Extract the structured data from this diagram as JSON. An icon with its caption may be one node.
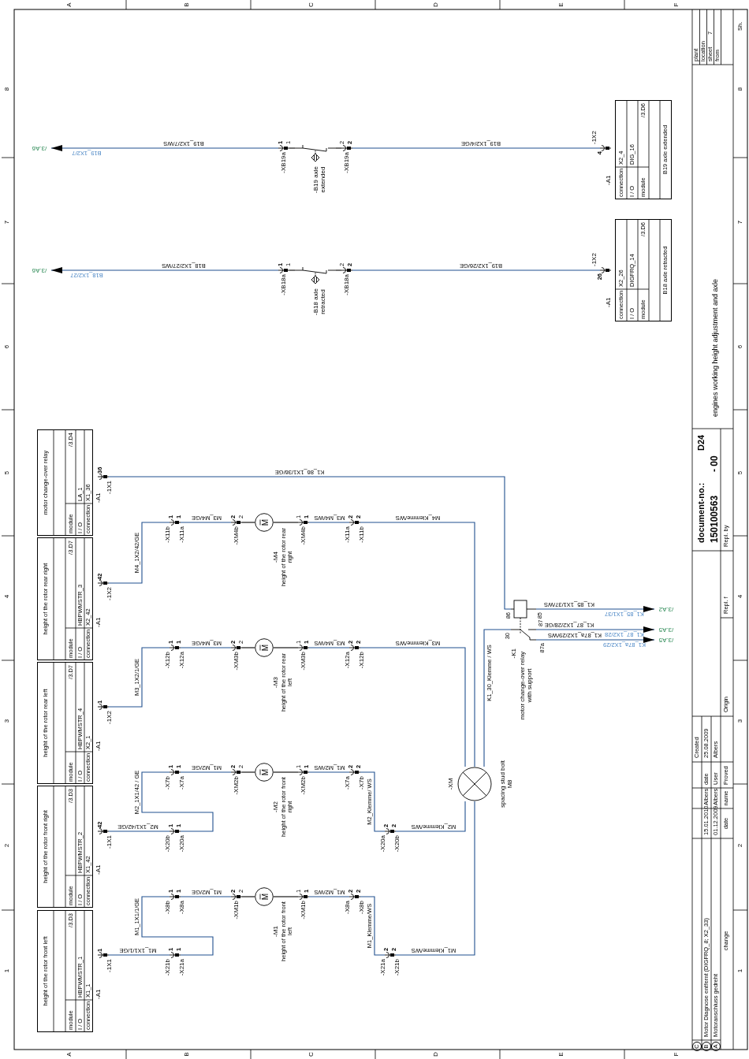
{
  "diagram": {
    "nodes": [
      {
        "text": [
          "height of the rotor front left",
          "module",
          "/3.D3",
          "I / O",
          "HBPWMSTR_1",
          "connection",
          "X1_1"
        ],
        "beside": [
          "-A1"
        ]
      },
      {
        "text": [
          "height of the rotor front right",
          "module",
          "/3.D3",
          "I / O",
          "HBPWMSTR_2",
          "connection",
          "X1_42"
        ],
        "beside": [
          "-A1"
        ]
      },
      {
        "text": [
          "height of the rotor rear left",
          "module",
          "/3.D7",
          "I / O",
          "HBPWMSTR_4",
          "connection",
          "X2_1"
        ],
        "beside": [
          "-A1"
        ]
      },
      {
        "text": [
          "height of the rotor rear right",
          "module",
          "/3.D7",
          "I / O",
          "HBPWMSTR_3",
          "connection",
          "X2_42"
        ],
        "beside": [
          "-A1"
        ]
      },
      {
        "text": [
          "motor change-over relay",
          "module",
          "/3.D4",
          "I / O",
          "LA_1",
          "connection",
          "X1_36"
        ],
        "beside": [
          "-A1"
        ]
      },
      {
        "text": [
          "B18 axle retracted",
          "module",
          "/3.D6",
          "I / O",
          "DIGFRQ_14",
          "connection",
          "X2_26"
        ],
        "beside": [
          "-A1"
        ]
      },
      {
        "text": [
          "B19 axle extended",
          "module",
          "/3.D6",
          "I / O",
          "DIG_16",
          "connection",
          "X2_4"
        ],
        "beside": [
          "-A1"
        ]
      },
      {
        "text": [],
        "shape": "plug",
        "beside": [
          "-1X1",
          "1"
        ]
      },
      {
        "text": [],
        "shape": "plug",
        "beside": [
          "-X21b",
          "1",
          "-X21a",
          "1"
        ]
      },
      {
        "text": [],
        "shape": "plug",
        "beside": [
          "-X8b",
          "1",
          "-X8a",
          "1"
        ]
      },
      {
        "text": [],
        "shape": "plug",
        "beside": [
          "-XM1b",
          "2",
          "2"
        ]
      },
      {
        "text": [
          "M"
        ],
        "beside": [
          "-M1",
          "height of the rotor front left"
        ]
      },
      {
        "text": [],
        "shape": "plug",
        "beside": [
          "-XM1b",
          "1",
          "1"
        ]
      },
      {
        "text": [],
        "shape": "plug",
        "beside": [
          "-X8a",
          "2",
          "-X8b",
          "2"
        ]
      },
      {
        "text": [],
        "shape": "plug",
        "beside": [
          "-X21a",
          "2",
          "-X21b",
          "2"
        ]
      },
      {
        "text": [],
        "shape": "plug",
        "beside": [
          "-1X1",
          "42"
        ]
      },
      {
        "text": [],
        "shape": "plug",
        "beside": [
          "-X20b",
          "1",
          "-X20a",
          "1"
        ]
      },
      {
        "text": [],
        "shape": "plug",
        "beside": [
          "-X7b",
          "1",
          "-X7a",
          "1"
        ]
      },
      {
        "text": [],
        "shape": "plug",
        "beside": [
          "-XM2b",
          "2",
          "2"
        ]
      },
      {
        "text": [
          "M"
        ],
        "beside": [
          "-M2",
          "height of the rotor front right"
        ]
      },
      {
        "text": [],
        "shape": "plug",
        "beside": [
          "-XM2b",
          "1",
          "1"
        ]
      },
      {
        "text": [],
        "shape": "plug",
        "beside": [
          "-X7a",
          "2",
          "-X7b",
          "2"
        ]
      },
      {
        "text": [],
        "shape": "plug",
        "beside": [
          "-X20a",
          "2",
          "-X20b",
          "2"
        ]
      },
      {
        "text": [],
        "shape": "plug",
        "beside": [
          "-1X2",
          "1"
        ]
      },
      {
        "text": [],
        "shape": "plug",
        "beside": [
          "-X12b",
          "1",
          "-X12a",
          "1"
        ]
      },
      {
        "text": [],
        "shape": "plug",
        "beside": [
          "-XM3b",
          "2",
          "2"
        ]
      },
      {
        "text": [
          "M"
        ],
        "beside": [
          "-M3",
          "height of the rotor rear left"
        ]
      },
      {
        "text": [],
        "shape": "plug",
        "beside": [
          "-XM3b",
          "1",
          "1"
        ]
      },
      {
        "text": [],
        "shape": "plug",
        "beside": [
          "-X12a",
          "2",
          "-X12b",
          "2"
        ]
      },
      {
        "text": [],
        "shape": "plug",
        "beside": [
          "-1X2",
          "42"
        ]
      },
      {
        "text": [],
        "shape": "plug",
        "beside": [
          "-X11b",
          "1",
          "-X11a",
          "1"
        ]
      },
      {
        "text": [],
        "shape": "plug",
        "beside": [
          "-XM4b",
          "2",
          "2"
        ]
      },
      {
        "text": [
          "M"
        ],
        "beside": [
          "-M4",
          "height of the rotor rear right"
        ]
      },
      {
        "text": [],
        "shape": "plug",
        "beside": [
          "-XM4b",
          "1",
          "1"
        ]
      },
      {
        "text": [],
        "shape": "plug",
        "beside": [
          "-X11a",
          "2",
          "-X11b",
          "2"
        ]
      },
      {
        "text": [],
        "shape": "circle",
        "beside": [
          "-XM",
          "spacing stud bolt M8"
        ]
      },
      {
        "text": [],
        "shape": "plug",
        "beside": [
          "-1X1",
          "36"
        ]
      },
      {
        "text": [],
        "shape": "relay",
        "beside": [
          "86",
          "85",
          "30",
          "87",
          "87a",
          "-K1",
          "motor change-over relay with support"
        ]
      },
      {
        "text": [
          "/3.A2"
        ]
      },
      {
        "text": [
          "/3.A5"
        ]
      },
      {
        "text": [
          "/3.A5"
        ]
      },
      {
        "text": [],
        "shape": "plug",
        "beside": [
          "-1X2",
          "26"
        ]
      },
      {
        "text": [],
        "shape": "plug",
        "beside": [
          "-XB18a",
          "2",
          "2"
        ]
      },
      {
        "text": [],
        "shape": "switch",
        "beside": [
          "-B18 axle retracted"
        ]
      },
      {
        "text": [],
        "shape": "plug",
        "beside": [
          "-XB18a",
          "1",
          "1"
        ]
      },
      {
        "text": [
          "/3.A6"
        ]
      },
      {
        "text": [],
        "shape": "plug",
        "beside": [
          "-1X2",
          "4"
        ]
      },
      {
        "text": [],
        "shape": "plug",
        "beside": [
          "-XB19a",
          "2",
          "2"
        ]
      },
      {
        "text": [],
        "shape": "switch",
        "beside": [
          "-B19 axle extended"
        ]
      },
      {
        "text": [],
        "shape": "plug",
        "beside": [
          "-XB19a",
          "1",
          "1"
        ]
      },
      {
        "text": [
          "/3.A6"
        ]
      }
    ],
    "edges": [
      {
        "from": 7,
        "to": 8,
        "arrow": "none",
        "label": "M1_1X1/1/GE"
      },
      {
        "from": 8,
        "to": 9,
        "arrow": "none",
        "label": "M1_1X1/1/GE"
      },
      {
        "from": 9,
        "to": 10,
        "arrow": "none",
        "label": "M1_M2/GE"
      },
      {
        "from": 10,
        "to": 11,
        "arrow": "none",
        "color": "#000000"
      },
      {
        "from": 11,
        "to": 12,
        "arrow": "none",
        "color": "#000000"
      },
      {
        "from": 12,
        "to": 13,
        "arrow": "none",
        "label": "M1_M2/WS"
      },
      {
        "from": 13,
        "to": 14,
        "arrow": "none",
        "label": "M1_Klemme/WS"
      },
      {
        "from": 14,
        "to": 35,
        "arrow": "none",
        "label": "M1_Klemme/WS"
      },
      {
        "from": 15,
        "to": 16,
        "arrow": "none",
        "label": "M2_1X1/42/GE"
      },
      {
        "from": 16,
        "to": 17,
        "arrow": "none",
        "label": "M2_1X1/42 / GE"
      },
      {
        "from": 17,
        "to": 18,
        "arrow": "none",
        "label": "M1_M2/GE"
      },
      {
        "from": 18,
        "to": 19,
        "arrow": "none",
        "color": "#000000"
      },
      {
        "from": 19,
        "to": 20,
        "arrow": "none",
        "color": "#000000"
      },
      {
        "from": 20,
        "to": 21,
        "arrow": "none",
        "label": "M1_M2/WS"
      },
      {
        "from": 21,
        "to": 22,
        "arrow": "none",
        "label": "M2_Klemme/ WS"
      },
      {
        "from": 22,
        "to": 35,
        "arrow": "none",
        "label": "M2_Klemme/WS"
      },
      {
        "from": 23,
        "to": 24,
        "arrow": "none",
        "label": "M3_1X2/1/GE"
      },
      {
        "from": 24,
        "to": 25,
        "arrow": "none",
        "label": "M3_M4/GE"
      },
      {
        "from": 25,
        "to": 26,
        "arrow": "none",
        "color": "#000000"
      },
      {
        "from": 26,
        "to": 27,
        "arrow": "none",
        "color": "#000000"
      },
      {
        "from": 27,
        "to": 28,
        "arrow": "none",
        "label": "M3_M4/WS"
      },
      {
        "from": 28,
        "to": 35,
        "arrow": "none",
        "label": "M3_Klemme/WS"
      },
      {
        "from": 29,
        "to": 30,
        "arrow": "none",
        "label": "M4_1X2/42/GE"
      },
      {
        "from": 30,
        "to": 31,
        "arrow": "none",
        "label": "M3_M4/GE"
      },
      {
        "from": 31,
        "to": 32,
        "arrow": "none",
        "color": "#000000"
      },
      {
        "from": 32,
        "to": 33,
        "arrow": "none",
        "color": "#000000"
      },
      {
        "from": 33,
        "to": 34,
        "arrow": "none",
        "label": "M3_M4/WS"
      },
      {
        "from": 34,
        "to": 35,
        "arrow": "none",
        "label": "M4_Klemme/WS"
      },
      {
        "from": 36,
        "to": 37,
        "arrow": "none",
        "label": "K1_86_1X1/36/GE"
      },
      {
        "from": 37,
        "to": 35,
        "arrow": "none",
        "label": "K1_30_Klemme / WS"
      },
      {
        "from": 37,
        "to": 38,
        "arrow": "to",
        "label": "K1_85_1X1/37/WS"
      },
      {
        "from": 37,
        "to": 39,
        "arrow": "to",
        "label": "K1_87_1X2/28/GE"
      },
      {
        "from": 37,
        "to": 40,
        "arrow": "to",
        "label": "K1_87a_1X2/29/WS"
      },
      {
        "from": 41,
        "to": 42,
        "arrow": "none",
        "label": "B19_1X2/26/GE"
      },
      {
        "from": 42,
        "to": 43,
        "arrow": "none",
        "color": "#000000"
      },
      {
        "from": 43,
        "to": 44,
        "arrow": "none",
        "color": "#000000"
      },
      {
        "from": 44,
        "to": 45,
        "arrow": "to",
        "label": "B18_1X2/27/WS"
      },
      {
        "from": 46,
        "to": 47,
        "arrow": "none",
        "label": "B19_1X2/4/GE"
      },
      {
        "from": 47,
        "to": 48,
        "arrow": "none",
        "color": "#000000"
      },
      {
        "from": 48,
        "to": 49,
        "arrow": "none",
        "color": "#000000"
      },
      {
        "from": 49,
        "to": 50,
        "arrow": "to",
        "label": "B19_1X2/7/WS"
      }
    ],
    "labels": [
      "1",
      "2",
      "3",
      "4",
      "5",
      "6",
      "7",
      "8",
      "A",
      "B",
      "C",
      "D",
      "E",
      "F",
      "A",
      "B",
      "C",
      "D",
      "E",
      "F",
      "1",
      "2",
      "3",
      "4",
      "5",
      "6",
      "7",
      "8",
      "B18_1X2/27",
      "B19_1X2/7",
      "K1_85_1X1/37",
      "K1_87_1X2/28",
      "K1_87a_1X2/29",
      "C",
      "B",
      "Motor Diagnose entfernt (DIGFRQ_8; X2_33)",
      "15.01.2010",
      "Albers",
      "A",
      "Motoranschluss gedreht",
      "01.12.2009",
      "Albers",
      "change",
      "date",
      "name",
      "Created",
      "date",
      "25.08.2009",
      "User",
      "Albers",
      "Proved",
      "Origin",
      "Repl. f",
      "Repl. by",
      "document-no.:",
      "D24",
      "150100563",
      "- 00",
      "engines working height adjustment and axle",
      "plant",
      "location",
      "sheet",
      "7",
      "from",
      "Sh."
    ]
  }
}
